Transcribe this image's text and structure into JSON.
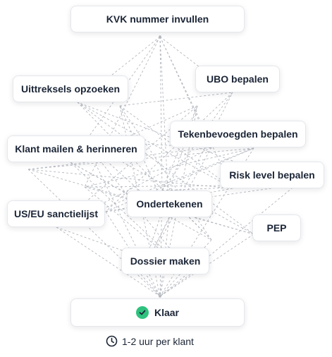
{
  "nodes": {
    "kvk": "KVK nummer invullen",
    "ubo": "UBO bepalen",
    "uittreksels": "Uittreksels opzoeken",
    "teken": "Tekenbevoegden bepalen",
    "klant": "Klant mailen & herinneren",
    "risk": "Risk level bepalen",
    "ondertekenen": "Ondertekenen",
    "sanctie": "US/EU sanctielijst",
    "pep": "PEP",
    "dossier": "Dossier maken",
    "klaar": "Klaar"
  },
  "footer": {
    "text": "1-2 uur per klant",
    "icon": "clock-icon"
  },
  "colors": {
    "check": "#2ec27e",
    "edge": "#b4b8bf",
    "text": "#1b2536"
  }
}
